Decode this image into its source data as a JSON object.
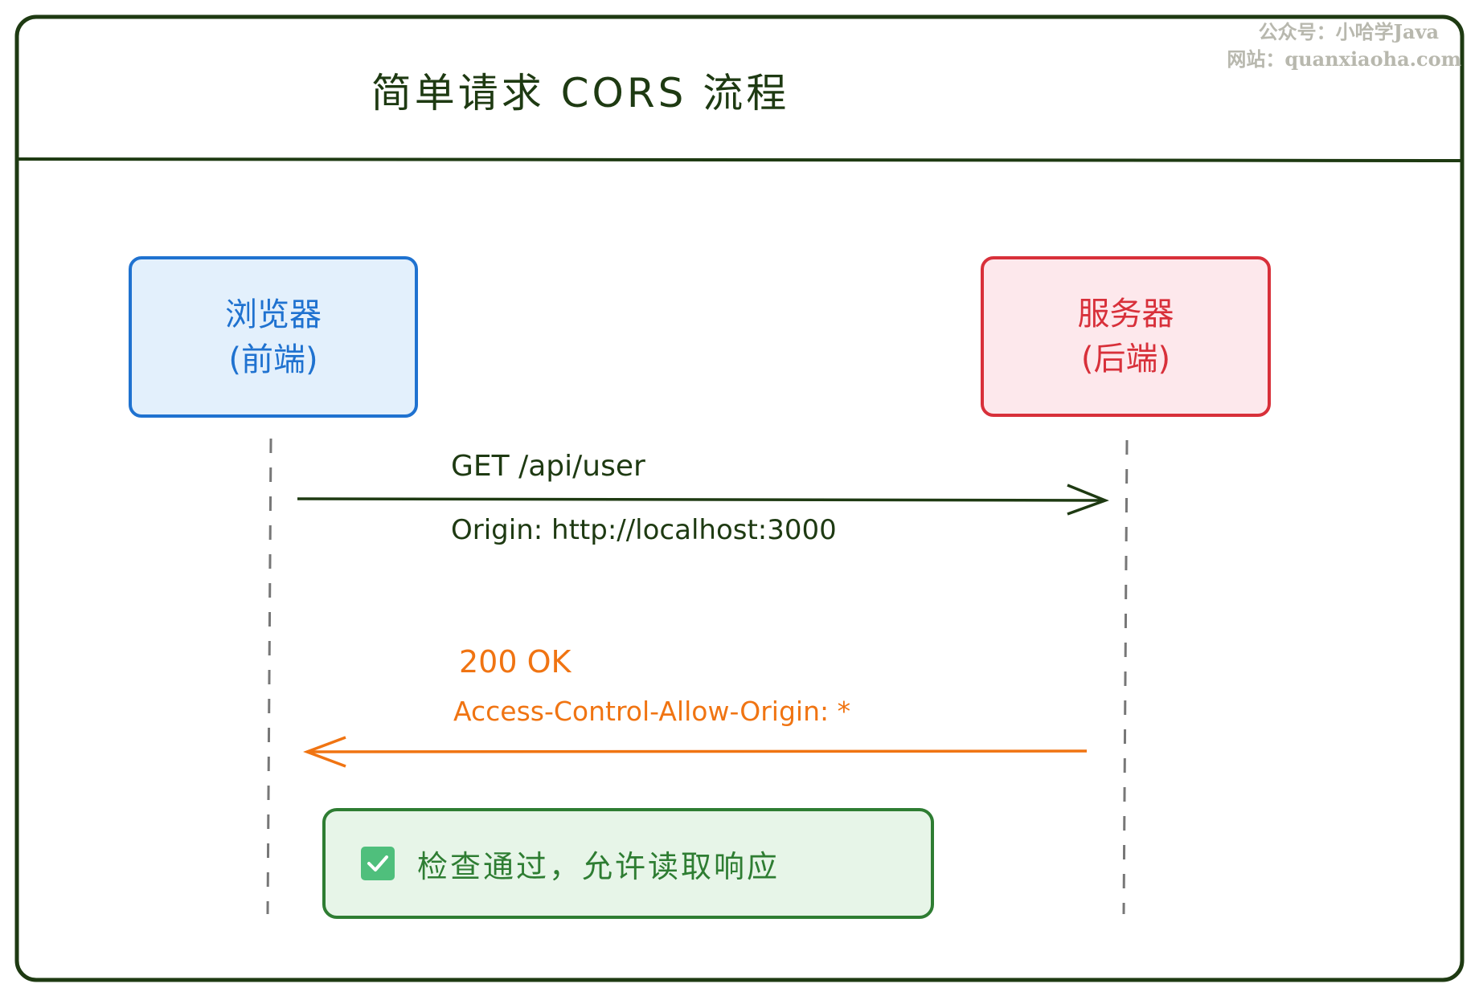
{
  "title": "简单请求 CORS 流程",
  "watermark": {
    "line1": "公众号：小哈学Java",
    "line2": "网站：quanxiaoha.com"
  },
  "participants": [
    {
      "name": "浏览器",
      "sub": "(前端)",
      "color": "#1f72d0"
    },
    {
      "name": "服务器",
      "sub": "(后端)",
      "color": "#d8303a"
    }
  ],
  "messages": [
    {
      "label": "GET /api/user",
      "detail": "Origin: http://localhost:3000",
      "direction": "browser-to-server",
      "color": "#1e3a12"
    },
    {
      "label": "200 OK",
      "detail": "Access-Control-Allow-Origin: *",
      "direction": "server-to-browser",
      "color": "#f07412"
    }
  ],
  "note": {
    "icon": "check-box-icon",
    "text": "检查通过，允许读取响应"
  }
}
